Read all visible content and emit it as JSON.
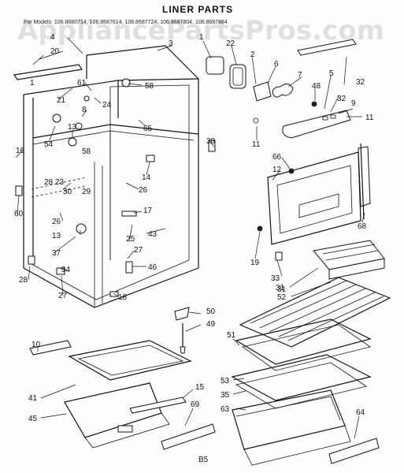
{
  "title": "LINER PARTS",
  "models_line": "For Models: 106.8680714, 106.8687614, 106.8687724, 106.8687804, 106.8687884",
  "watermark": "AppliancePartsPros.com",
  "footer_code": "B5",
  "callouts": {
    "c1": "1",
    "c2": "2",
    "c3": "3",
    "c4": "4",
    "c5": "5",
    "c6": "6",
    "c7": "7",
    "c8": "8",
    "c9": "9",
    "c10": "10",
    "c11a": "11",
    "c11b": "11",
    "c12": "12",
    "c13a": "13",
    "c13b": "13",
    "c14": "14",
    "c15": "15",
    "c16": "16",
    "c17": "17",
    "c18": "18",
    "c19": "19",
    "c20": "20",
    "c21": "21",
    "c22": "22",
    "c23": "23",
    "c24": "24",
    "c25": "25",
    "c26a": "26",
    "c26b": "26",
    "c27a": "27",
    "c27b": "27",
    "c28a": "28",
    "c28b": "28",
    "c29": "29",
    "c30": "30",
    "c31a": "31",
    "c31b": "31",
    "c32": "32",
    "c33": "33",
    "c34": "34",
    "c35": "35",
    "c37": "37",
    "c38": "38",
    "c41": "41",
    "c43": "43",
    "c45": "45",
    "c46": "46",
    "c48": "48",
    "c49": "49",
    "c50": "50",
    "c51": "51",
    "c52": "52",
    "c53": "53",
    "c54": "54",
    "c58a": "58",
    "c58b": "58",
    "c60": "60",
    "c61": "61",
    "c63": "63",
    "c64": "64",
    "c65": "65",
    "c66": "66",
    "c68": "68",
    "c69": "69"
  }
}
